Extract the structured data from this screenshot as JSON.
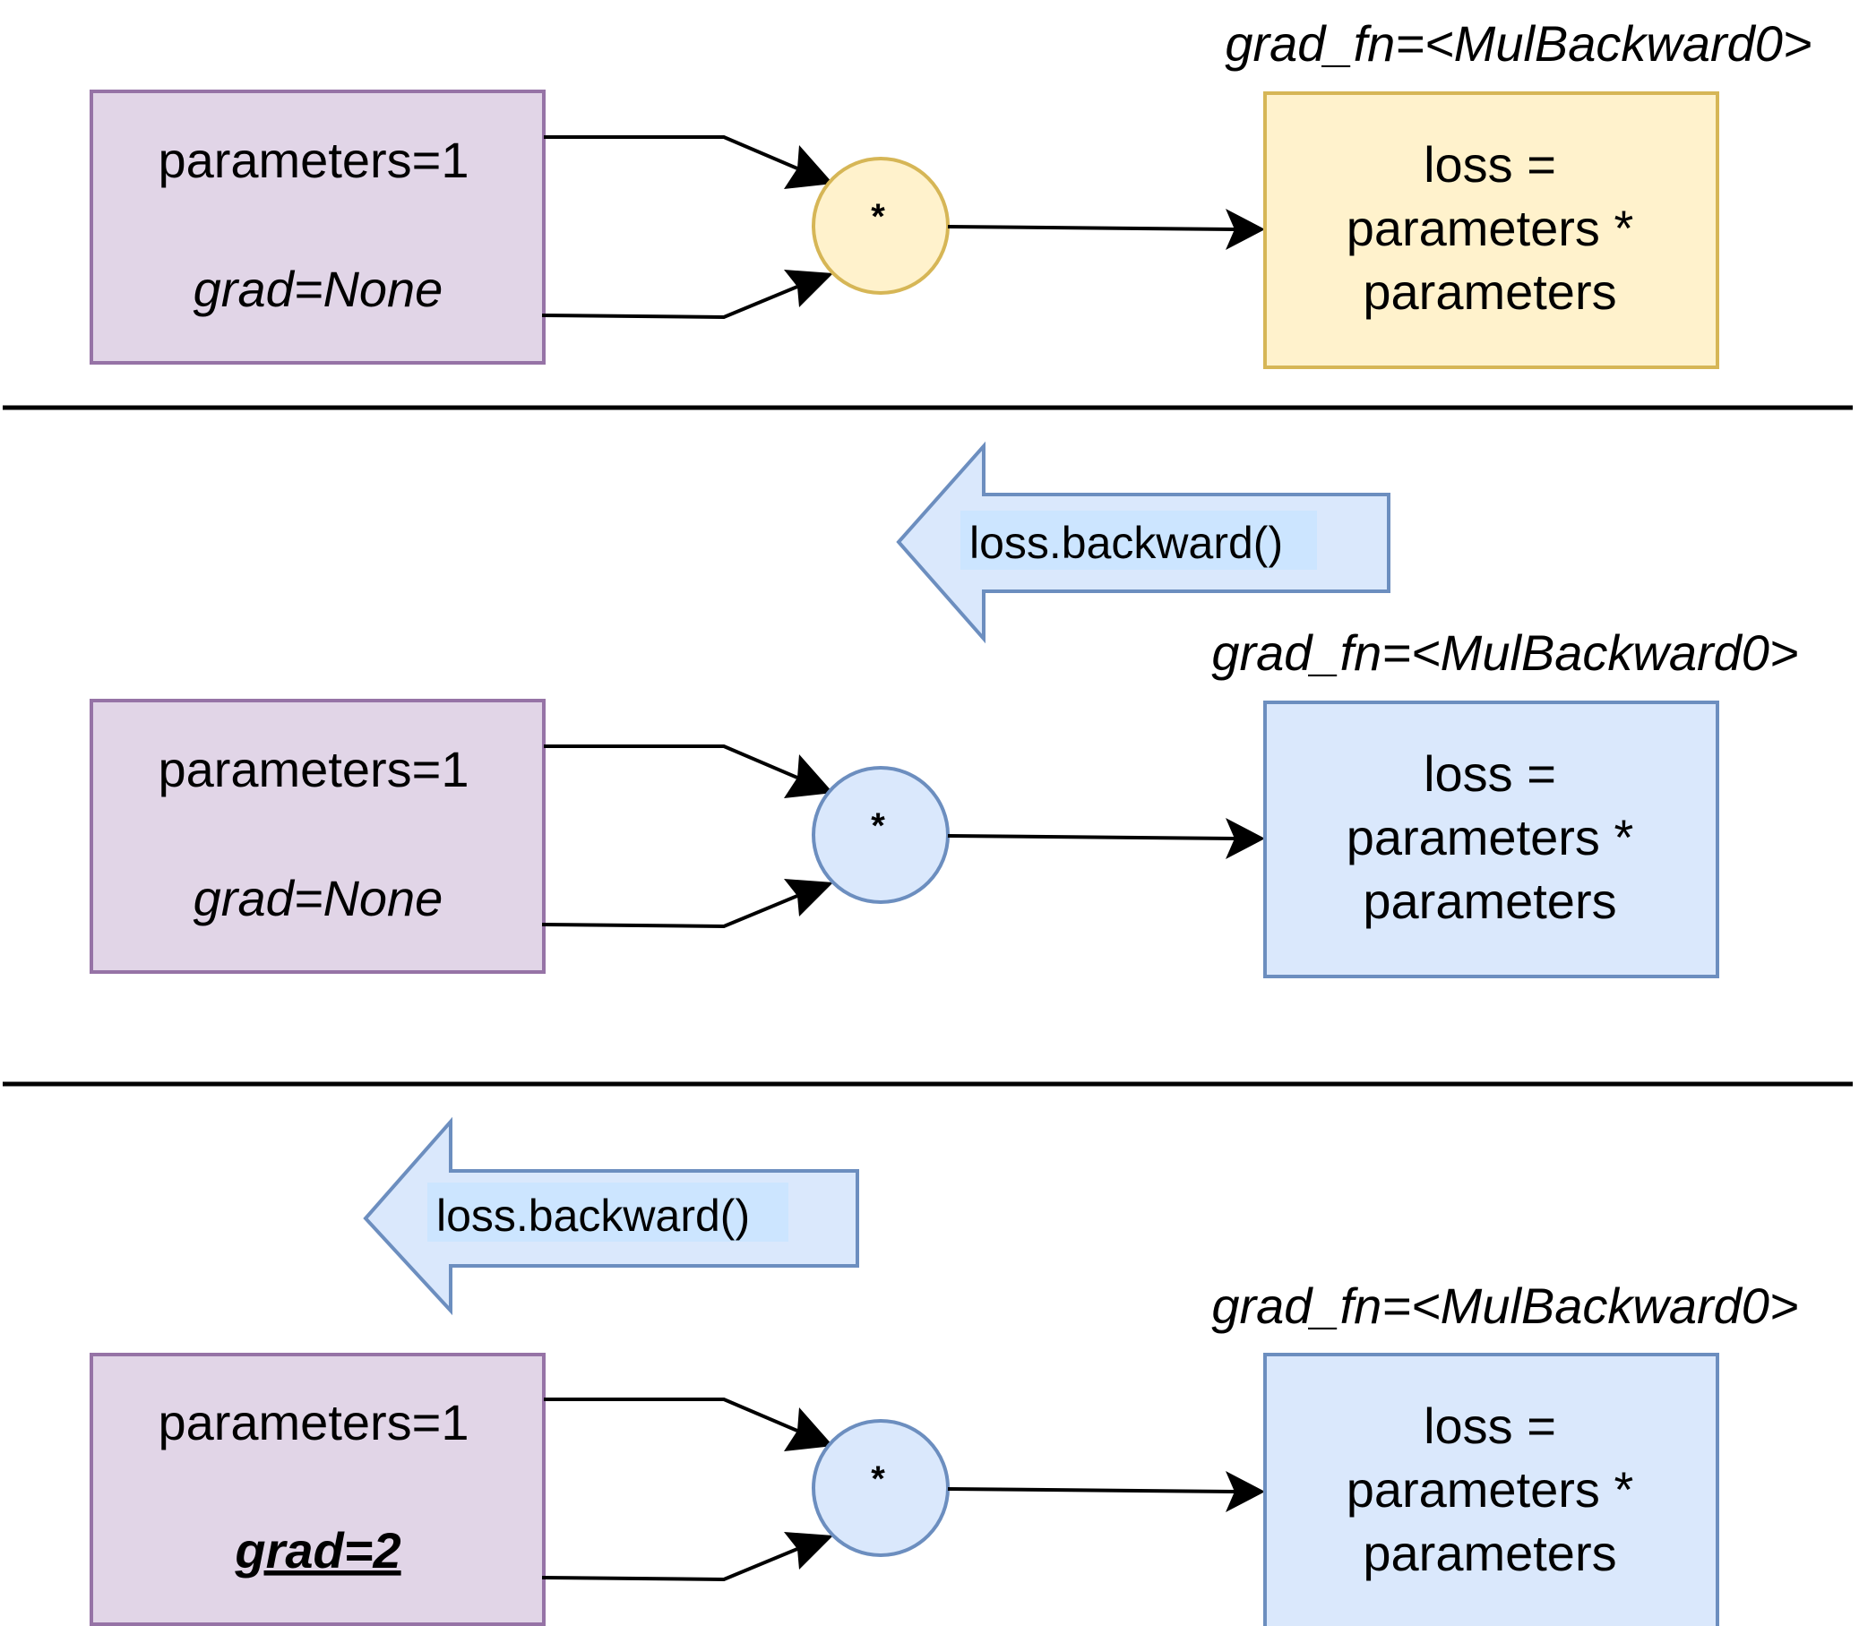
{
  "palette": {
    "param_fill": "#e1d5e7",
    "param_stroke": "#9673a6",
    "forward_fill": "#fff2cc",
    "forward_stroke": "#d6b656",
    "backward_fill": "#dae8fc",
    "backward_stroke": "#6c8ebf",
    "arrow_label_highlight": "#cce5ff",
    "edge": "#000000"
  },
  "panels": [
    {
      "stage": "forward",
      "param_node": {
        "value_text": "parameters=1",
        "grad_text": "grad=None",
        "grad_emphasized": false
      },
      "op_node": {
        "symbol": "*"
      },
      "loss_node": {
        "lines": [
          "loss =",
          "parameters *",
          "parameters"
        ]
      },
      "grad_fn_label": "grad_fn=<MulBackward0>",
      "backward_arrow": null
    },
    {
      "stage": "backward-start",
      "param_node": {
        "value_text": "parameters=1",
        "grad_text": "grad=None",
        "grad_emphasized": false
      },
      "op_node": {
        "symbol": "*"
      },
      "loss_node": {
        "lines": [
          "loss =",
          "parameters *",
          "parameters"
        ]
      },
      "grad_fn_label": "grad_fn=<MulBackward0>",
      "backward_arrow": {
        "label": "loss.backward()"
      }
    },
    {
      "stage": "backward-done",
      "param_node": {
        "value_text": "parameters=1",
        "grad_text": "grad=2",
        "grad_emphasized": true
      },
      "op_node": {
        "symbol": "*"
      },
      "loss_node": {
        "lines": [
          "loss =",
          "parameters *",
          "parameters"
        ]
      },
      "grad_fn_label": "grad_fn=<MulBackward0>",
      "backward_arrow": {
        "label": "loss.backward()"
      }
    }
  ]
}
